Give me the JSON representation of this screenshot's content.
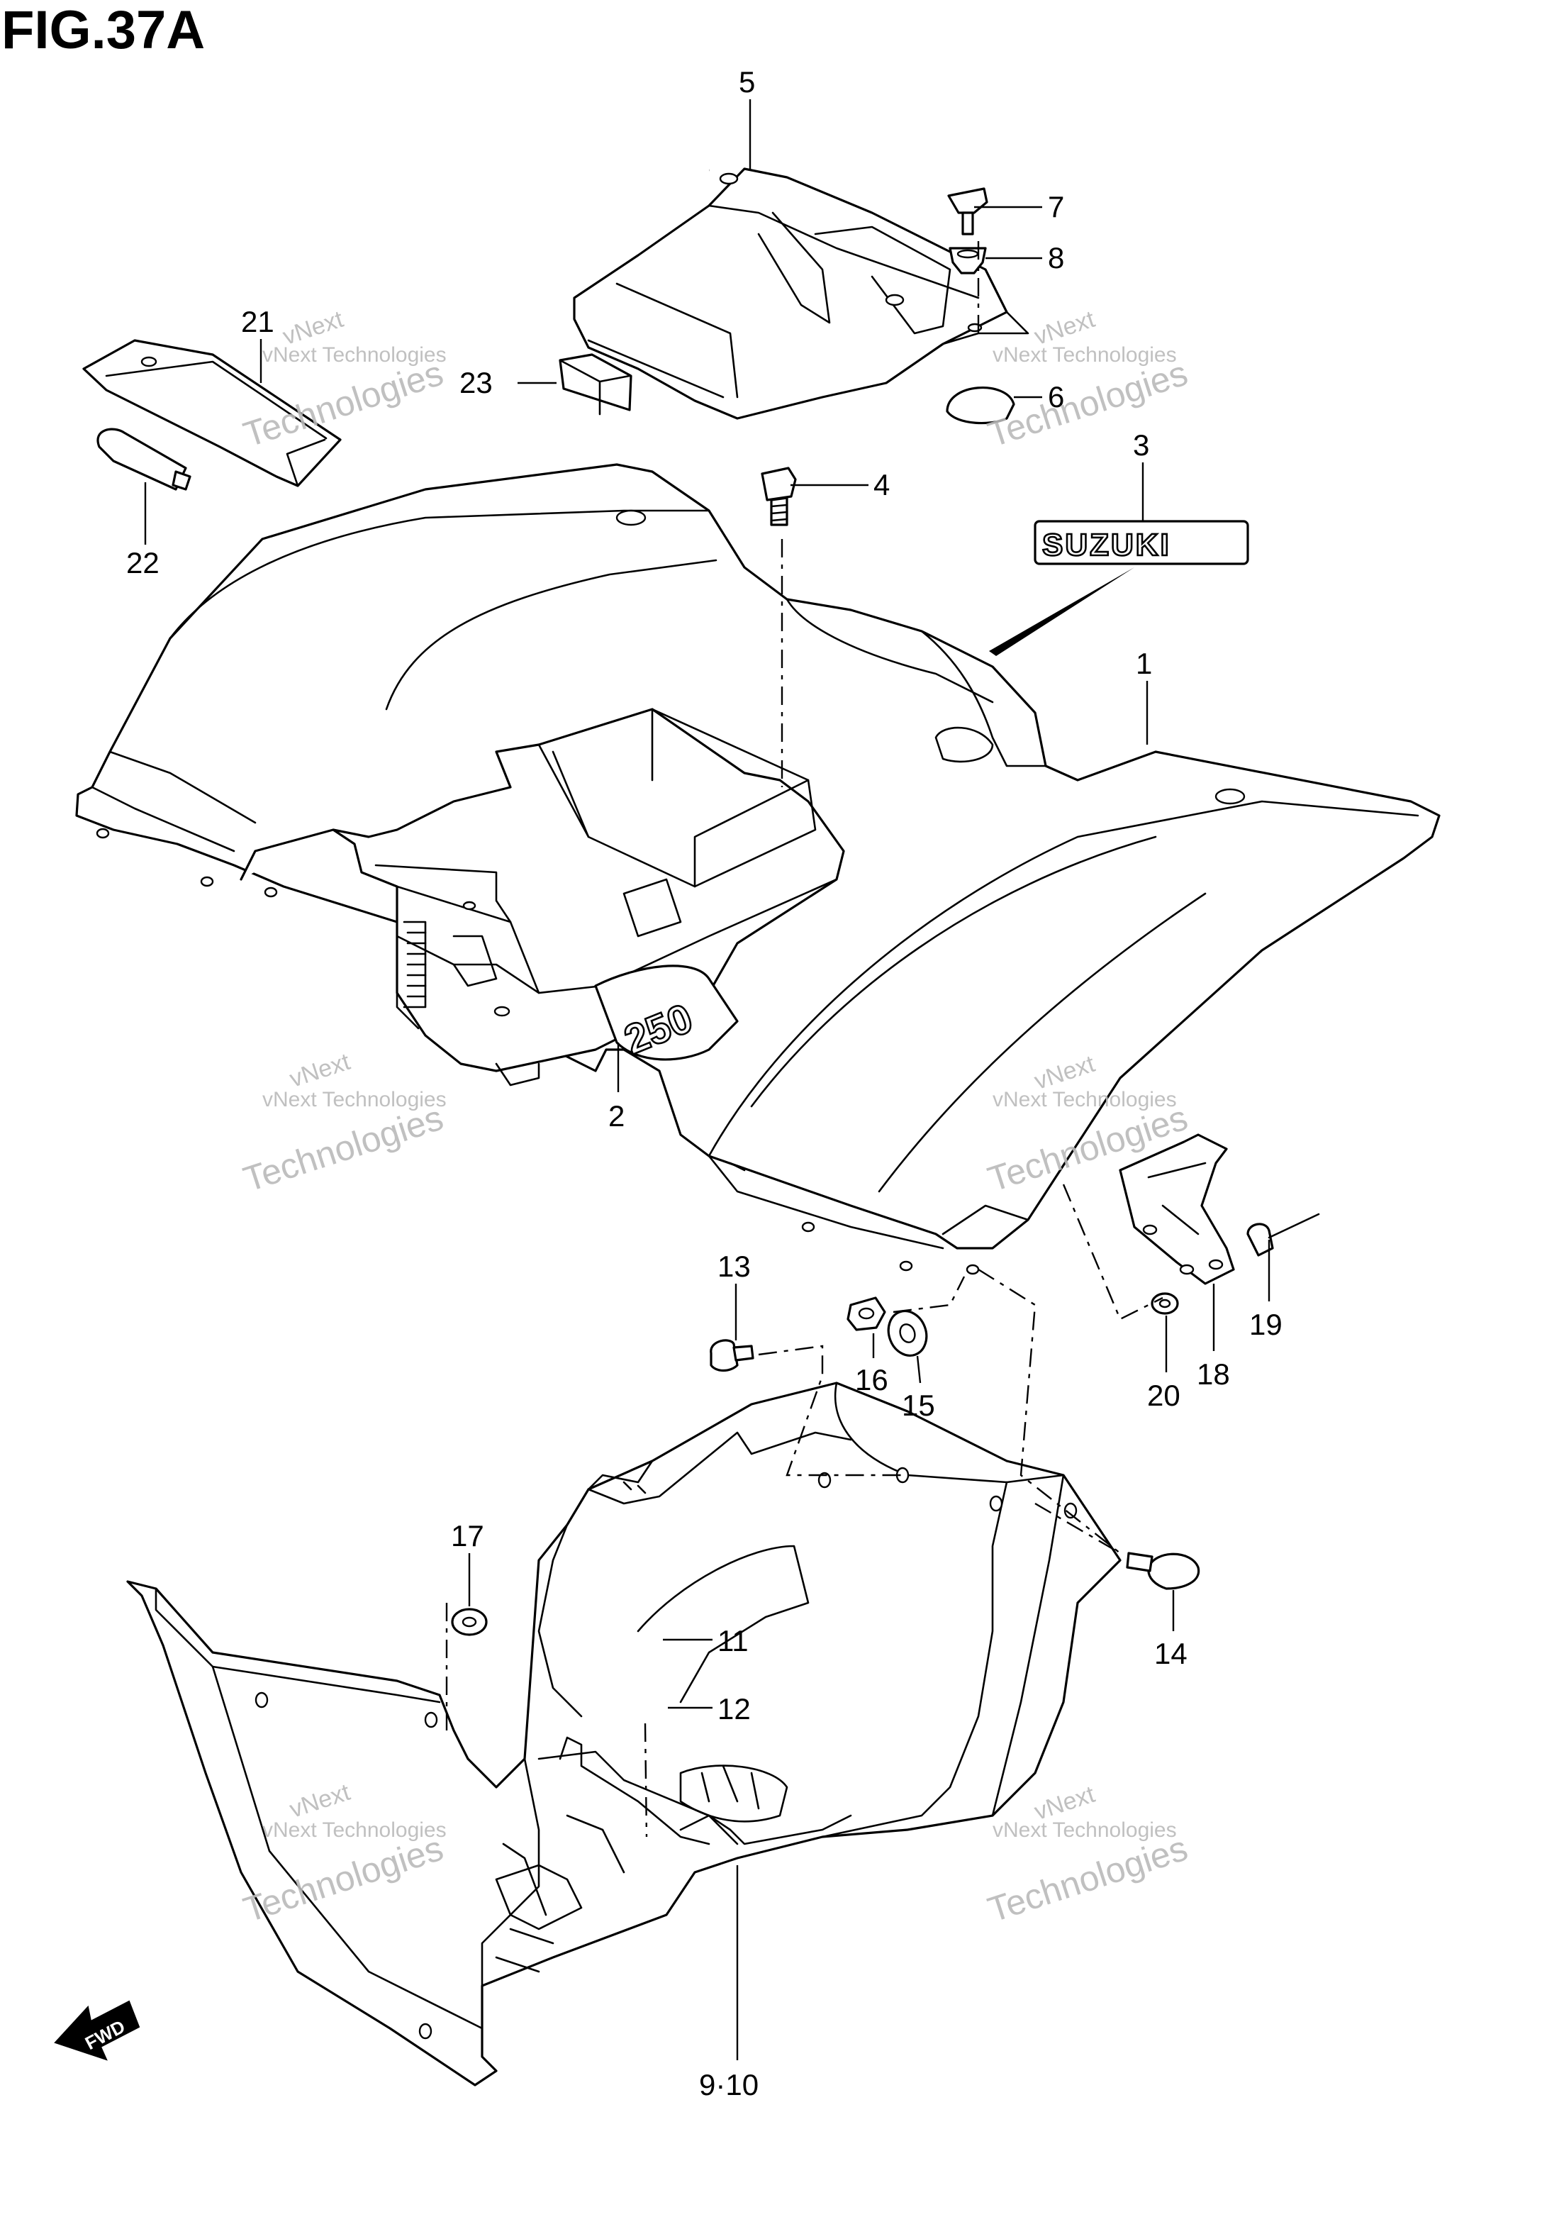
{
  "figure": {
    "title": "FIG.37A"
  },
  "callouts": [
    {
      "id": "c5",
      "text": "5"
    },
    {
      "id": "c7",
      "text": "7"
    },
    {
      "id": "c8",
      "text": "8"
    },
    {
      "id": "c21",
      "text": "21"
    },
    {
      "id": "c23",
      "text": "23"
    },
    {
      "id": "c6",
      "text": "6"
    },
    {
      "id": "c22",
      "text": "22"
    },
    {
      "id": "c4",
      "text": "4"
    },
    {
      "id": "c3",
      "text": "3"
    },
    {
      "id": "c1",
      "text": "1"
    },
    {
      "id": "c2",
      "text": "2"
    },
    {
      "id": "c13",
      "text": "13"
    },
    {
      "id": "c16",
      "text": "16"
    },
    {
      "id": "c15",
      "text": "15"
    },
    {
      "id": "c20",
      "text": "20"
    },
    {
      "id": "c18",
      "text": "18"
    },
    {
      "id": "c19",
      "text": "19"
    },
    {
      "id": "c17",
      "text": "17"
    },
    {
      "id": "c11",
      "text": "11"
    },
    {
      "id": "c12",
      "text": "12"
    },
    {
      "id": "c14",
      "text": "14"
    },
    {
      "id": "c910",
      "text": "9·10"
    }
  ],
  "emblem": {
    "brand": "SUZUKI",
    "model": "250"
  },
  "direction": {
    "label": "FWD"
  },
  "watermark": {
    "line1": "vNext Technologies",
    "line2": "vNext",
    "line3": "Technologies"
  }
}
